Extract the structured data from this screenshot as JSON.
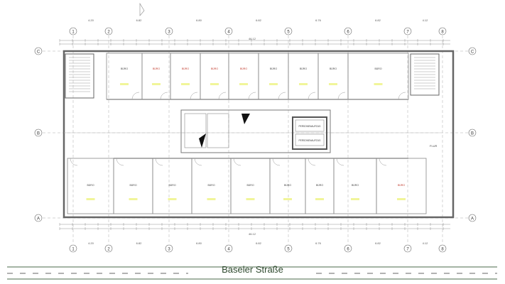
{
  "plan": {
    "axes_columns": [
      "1",
      "2",
      "3",
      "4",
      "5",
      "6",
      "7",
      "8"
    ],
    "axes_rows": [
      "C",
      "B",
      "A"
    ],
    "column_spans": [
      "4.20",
      "6.82",
      "6.80",
      "6.82",
      "6.76",
      "6.82",
      "4.12"
    ],
    "overall_dimension": "46.12",
    "rooms_top": [
      "BÜRO",
      "BÜRO",
      "BÜRO",
      "BÜRO",
      "BÜRO",
      "BÜRO",
      "BÜRO",
      "BÜRO",
      "BÜRO"
    ],
    "rooms_bottom": [
      "BÜRO",
      "BÜRO",
      "BÜRO",
      "BÜRO",
      "BÜRO",
      "BÜRO",
      "BÜRO",
      "BÜRO",
      "BÜRO"
    ],
    "core_labels": [
      "PERSONENAUFZUG",
      "PERSONENAUFZUG"
    ],
    "corridor_label": "FLUR",
    "colors": {
      "lines": "#555555",
      "accent": "#c0392b",
      "highlight": "#f1f59a",
      "street": "#4a6a4a"
    }
  },
  "street": {
    "name": "Baseler Straße"
  }
}
